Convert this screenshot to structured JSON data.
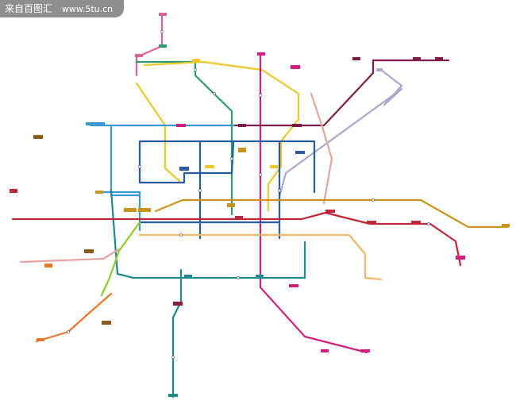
{
  "watermark": {
    "site_name": "来自百图汇",
    "url": "www.5tu.cn"
  },
  "lines": [
    {
      "id": "line-pink-north",
      "color": "#e0609a"
    },
    {
      "id": "line-green",
      "color": "#2e9c6e"
    },
    {
      "id": "line-yellow",
      "color": "#ecc82a"
    },
    {
      "id": "line-magenta",
      "color": "#d0207f"
    },
    {
      "id": "line-maroon",
      "color": "#7a1e47"
    },
    {
      "id": "line-lavender",
      "color": "#a9a7cc"
    },
    {
      "id": "line-salmon",
      "color": "#e0a6a0"
    },
    {
      "id": "line-light-blue",
      "color": "#3a9ad0"
    },
    {
      "id": "line-teal-south",
      "color": "#1f8a8c"
    },
    {
      "id": "line-navy",
      "color": "#2a5a9e"
    },
    {
      "id": "line-red",
      "color": "#c0263a"
    },
    {
      "id": "line-ochre",
      "color": "#c8941e"
    },
    {
      "id": "line-light-orange",
      "color": "#f2b866"
    },
    {
      "id": "line-lime",
      "color": "#8fcc2a"
    },
    {
      "id": "line-orange-sw",
      "color": "#e8752a"
    },
    {
      "id": "line-rose",
      "color": "#e8a0a0"
    }
  ]
}
